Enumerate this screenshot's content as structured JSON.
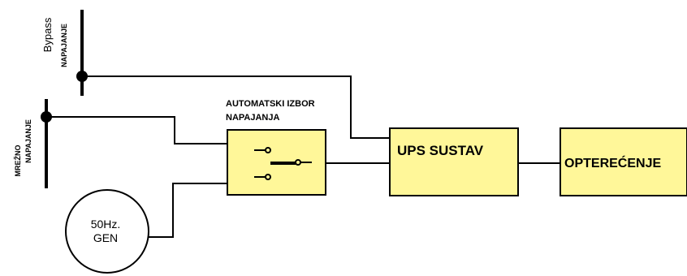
{
  "colors": {
    "box_fill": "#fff799",
    "line": "#000000"
  },
  "labels": {
    "bypass_name": "Bypass",
    "bypass_sub": "NAPAJANJE",
    "mains_name": "MREŽNO",
    "mains_sub": "NAPAJANJE",
    "ats_line1": "AUTOMATSKI IZBOR",
    "ats_line2": "NAPAJANJA",
    "ups": "UPS SUSTAV",
    "load": "OPTEREĆENJE",
    "gen_line1": "50Hz.",
    "gen_line2": "GEN"
  }
}
